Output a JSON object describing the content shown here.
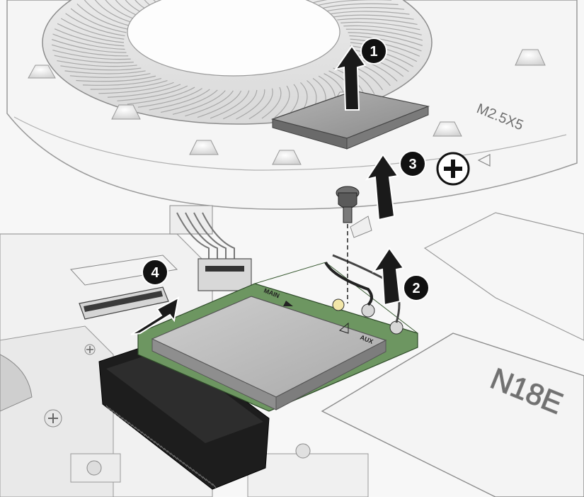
{
  "screw_label": "M2.5X5",
  "board_label": "N18E",
  "card_labels": {
    "main": "MAIN",
    "aux": "AUX"
  },
  "steps": [
    "1",
    "2",
    "3",
    "4"
  ],
  "screwdriver_icon": "phillips-screwdriver-icon",
  "colors": {
    "arrow": "#1a1a1a",
    "callout": "#111111",
    "pcb": "#5e8a52",
    "shield": "#b9b9b9",
    "chassis": "#f2f2f2"
  }
}
